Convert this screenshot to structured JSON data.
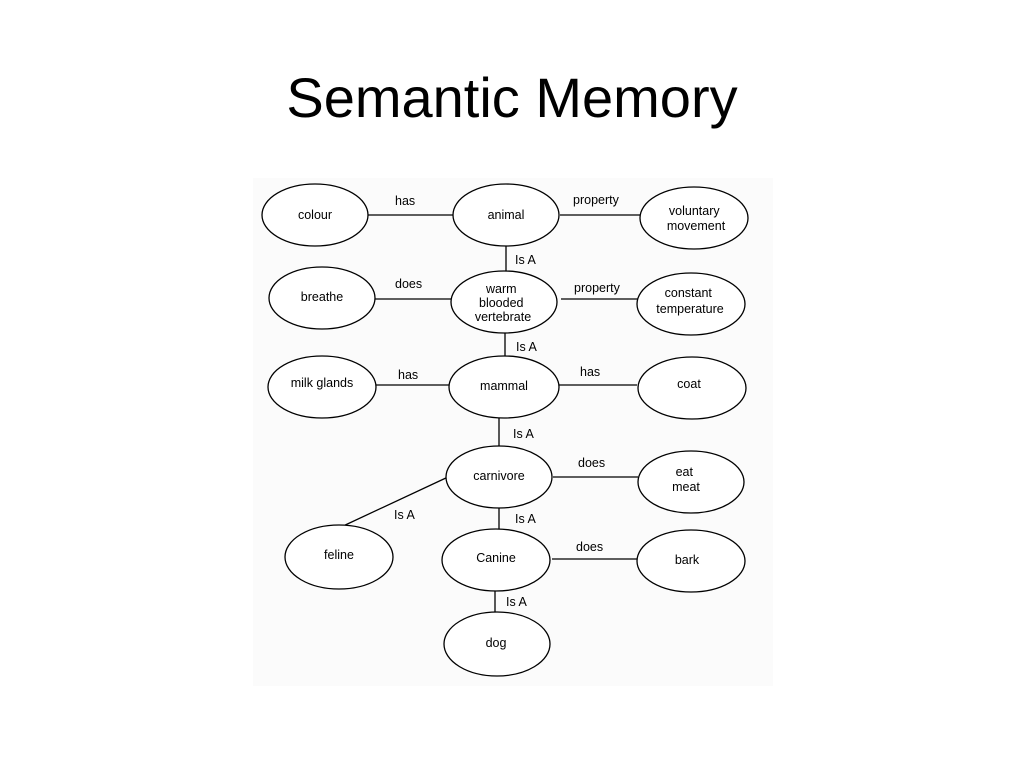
{
  "slide": {
    "title": "Semantic Memory"
  },
  "nodes": {
    "animal": "animal",
    "colour": "colour",
    "voluntary_movement": [
      "voluntary",
      "movement"
    ],
    "warm_blooded_vertebrate": [
      "warm",
      "blooded",
      "vertebrate"
    ],
    "breathe": "breathe",
    "constant_temperature": [
      "constant",
      "temperature"
    ],
    "mammal": "mammal",
    "milk_glands": "milk glands",
    "coat": "coat",
    "carnivore": "carnivore",
    "eat_meat": [
      "eat",
      "meat"
    ],
    "feline": "feline",
    "canine": "Canine",
    "bark": "bark",
    "dog": "dog"
  },
  "edges": {
    "colour_animal": "has",
    "animal_voluntary_movement": "property",
    "animal_warm_blooded": "Is A",
    "breathe_warm_blooded": "does",
    "warm_blooded_constant_temperature": "property",
    "warm_blooded_mammal": "Is A",
    "milk_glands_mammal": "has",
    "mammal_coat": "has",
    "mammal_carnivore": "Is A",
    "carnivore_eat_meat": "does",
    "feline_carnivore": "Is A",
    "carnivore_canine": "Is A",
    "canine_bark": "does",
    "canine_dog": "Is A"
  }
}
